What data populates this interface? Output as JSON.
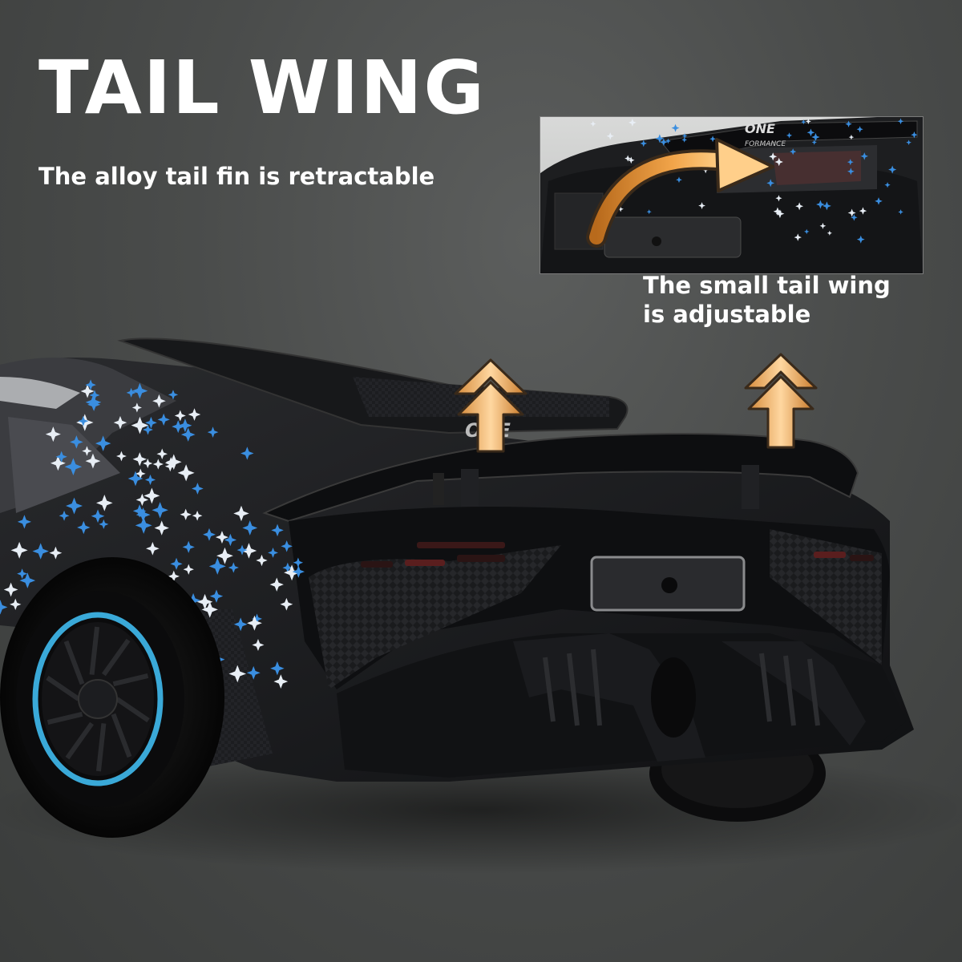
{
  "headline": "TAIL WING",
  "subline": "The alloy tail fin is retractable",
  "inset": {
    "caption_line1": "The small tail wing",
    "caption_line2": "is adjustable",
    "badge_text": "ONE",
    "badge_subtext": "FORMANCE"
  },
  "car": {
    "wing_text": "ONE"
  },
  "colors": {
    "background": "#4a4c4b",
    "text": "#ffffff",
    "arrow_fill": "#f0b066",
    "arrow_outline": "#3a2a1a",
    "wheel_rim_accent": "#3aa9d8",
    "star_blue": "#3a8ee0",
    "star_white": "#e8eef5"
  },
  "icons": [
    "up-arrow-icon",
    "curved-arrow-icon"
  ]
}
